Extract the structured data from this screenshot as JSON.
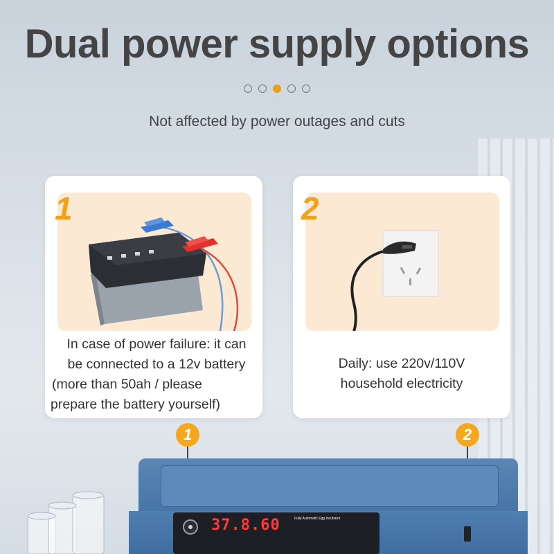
{
  "header": {
    "title": "Dual power supply options",
    "subtitle": "Not affected by power outages and cuts",
    "carousel": {
      "total": 5,
      "active_index": 2
    }
  },
  "cards": [
    {
      "number": "1",
      "image_icon": "car-battery-with-clamps",
      "lines": [
        "In case of power failure: it can",
        "be connected to a 12v battery",
        "(more than 50ah / please",
        "prepare the battery yourself)"
      ]
    },
    {
      "number": "2",
      "image_icon": "wall-socket-with-plug",
      "lines": [
        "Daily: use 220v/110V",
        "household electricity"
      ]
    }
  ],
  "markers": [
    "1",
    "2"
  ],
  "device": {
    "display": "37.8.60",
    "panel_title": "Fully Automatic Egg Incubator"
  },
  "colors": {
    "accent": "#f3a81e",
    "title": "#444444",
    "card_image_bg": "#fbe9d4",
    "device_blue": "#4674a6"
  }
}
